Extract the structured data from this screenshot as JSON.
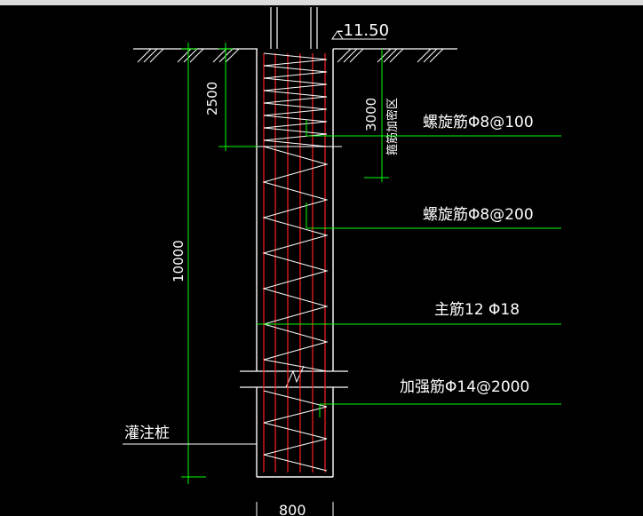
{
  "drawing": {
    "elevation": "-11.50",
    "dim_2500": "2500",
    "dim_3000": "3000",
    "dim_10000": "10000",
    "dim_800": "800",
    "zone_label": "箍筋加密区",
    "spiral_dense": "螺旋筋Φ8@100",
    "spiral_normal": "螺旋筋Φ8@200",
    "main_bars": "主筋12 Φ18",
    "stiffener": "加强筋Φ14@2000",
    "pile_label": "灌注桩"
  },
  "colors": {
    "background": "#000000",
    "outline": "#ffffff",
    "main_bar": "#ff2020",
    "leader": "#00ff00"
  }
}
